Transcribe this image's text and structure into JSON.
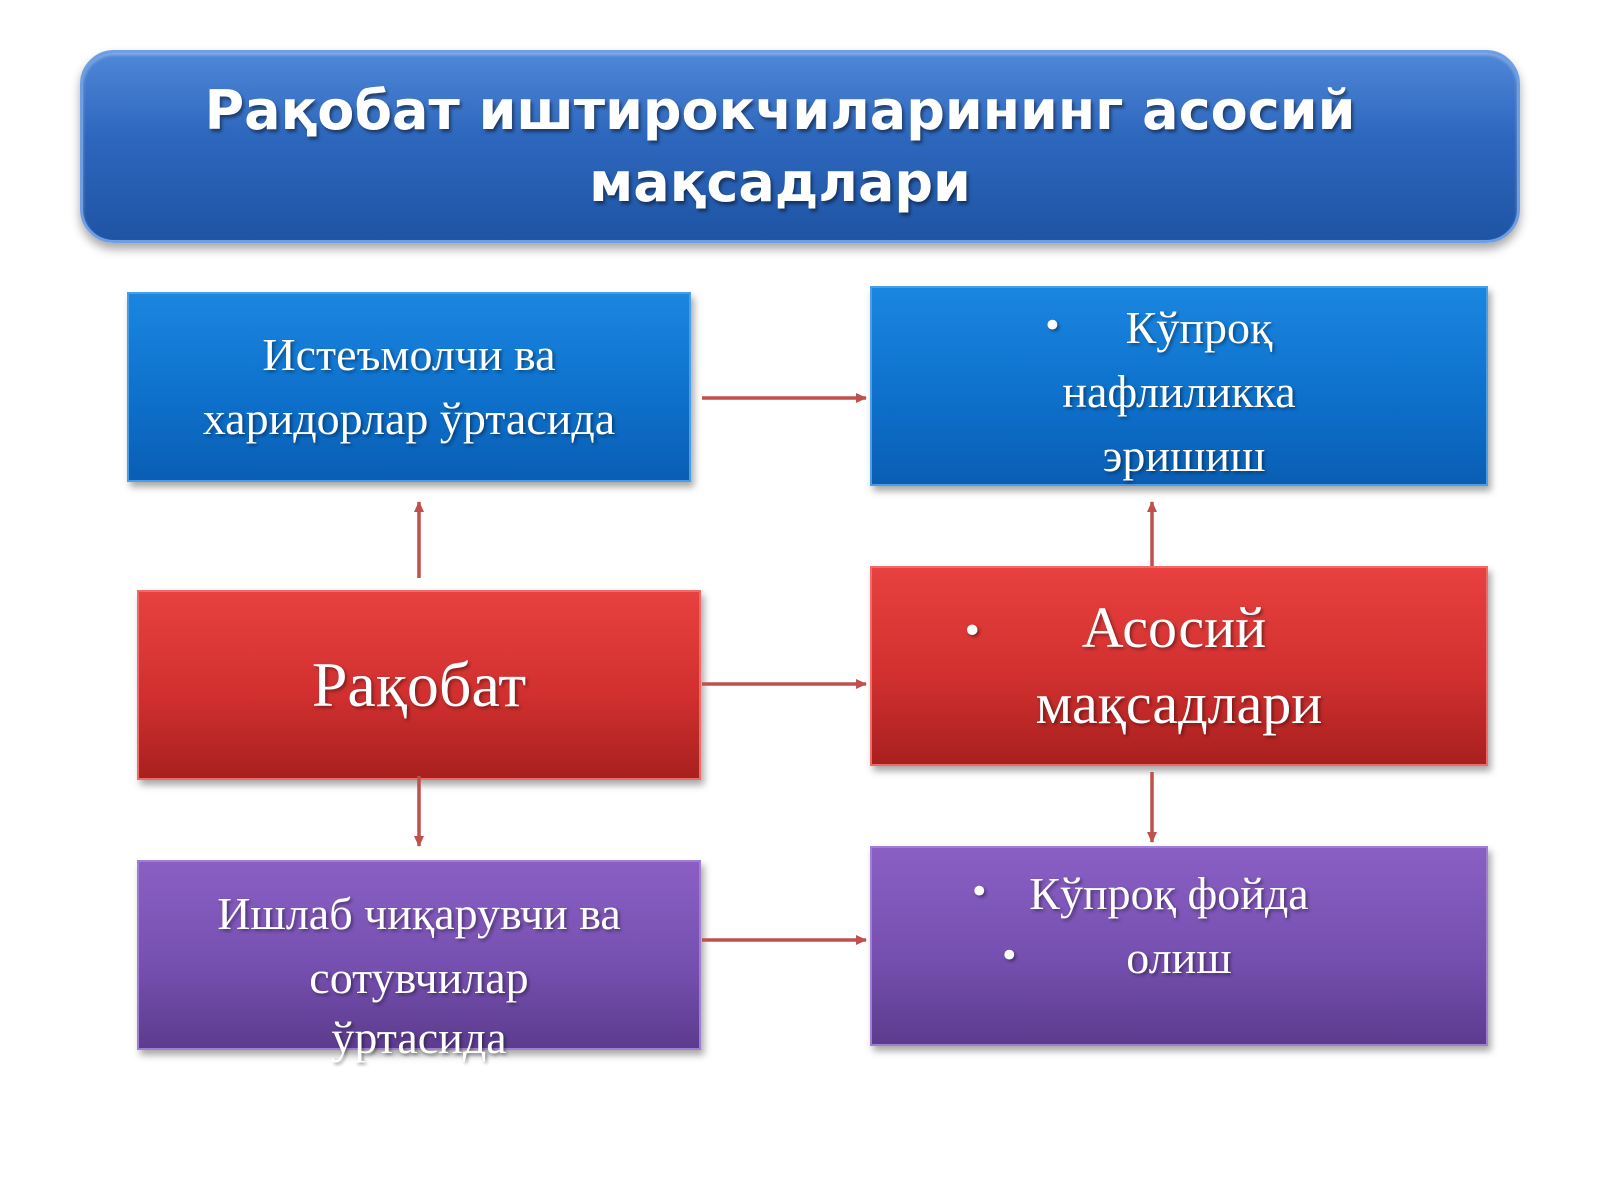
{
  "title": {
    "line1": "Рақобат иштирокчиларининг асосий",
    "line2": "мақсадлари"
  },
  "boxes": {
    "consumers": {
      "line1": "Истеъмолчи ва",
      "line2": "харидорлар ўртасида"
    },
    "competition": {
      "label": "Рақобат"
    },
    "producers": {
      "line1": "Ишлаб чиқарувчи ва",
      "line2": "сотувчилар",
      "line3": "ўртасида"
    },
    "more_usefulness": {
      "line1": "Кўпроқ",
      "line2": "нафлиликка",
      "line3": "эришиш"
    },
    "main_goals": {
      "line1": "Асосий",
      "line2": "мақсадлари"
    },
    "more_profit": {
      "line1": "Кўпроқ фойда",
      "line2": "олиш"
    }
  },
  "bullet": "•",
  "colors": {
    "arrow": "#c0504d",
    "blue": "#0d6fca",
    "red": "#d1302f",
    "purple": "#7650b0",
    "banner": "#2d67bd"
  }
}
